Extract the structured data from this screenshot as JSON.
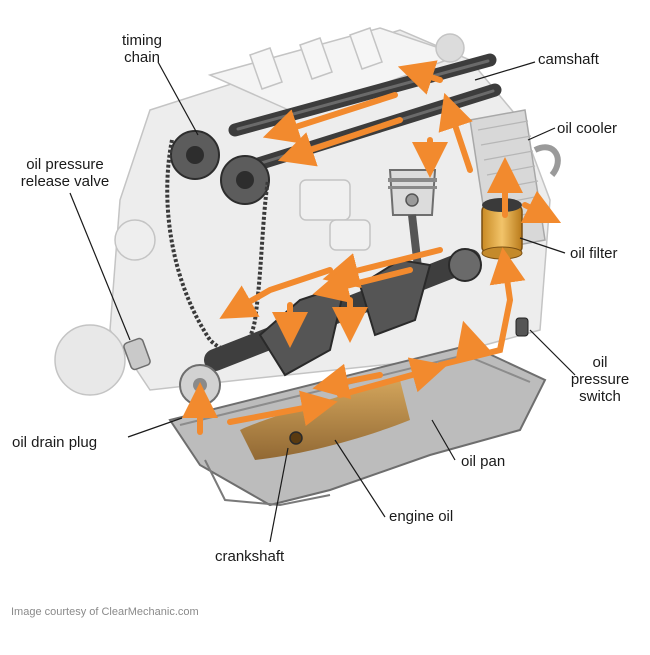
{
  "labels": {
    "timing_chain_1": "timing",
    "timing_chain_2": "chain",
    "camshaft": "camshaft",
    "oil_cooler": "oil cooler",
    "oil_pressure_release_valve_1": "oil pressure",
    "oil_pressure_release_valve_2": "release valve",
    "oil_filter": "oil filter",
    "oil_pressure_switch_1": "oil",
    "oil_pressure_switch_2": "pressure",
    "oil_pressure_switch_3": "switch",
    "oil_drain_plug": "oil drain plug",
    "oil_pan": "oil pan",
    "engine_oil": "engine oil",
    "crankshaft": "crankshaft"
  },
  "credit": "Image courtesy of ClearMechanic.com",
  "colors": {
    "oil_flow": "#f28a2e",
    "oil_pool": "#c9922e",
    "engine_light": "#e6e6e6",
    "engine_outline": "#bdbdbd",
    "crank": "#4a4a4a",
    "pan": "#9a9a9a",
    "filter": "#e0a23a"
  }
}
